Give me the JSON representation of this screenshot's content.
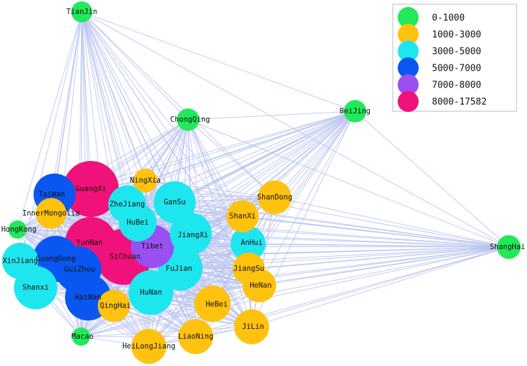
{
  "legend": {
    "items": [
      {
        "label": "0-1000",
        "color": "#22e85a"
      },
      {
        "label": "1000-3000",
        "color": "#ffc20e"
      },
      {
        "label": "3000-5000",
        "color": "#1ee6ef"
      },
      {
        "label": "5000-7000",
        "color": "#0a56f0"
      },
      {
        "label": "7000-8000",
        "color": "#9a4ff0"
      },
      {
        "label": "8000-17582",
        "color": "#f0127a"
      }
    ]
  },
  "edge_color": "#b8c2f0",
  "nodes": [
    {
      "id": "TianJin",
      "label": "TianJin",
      "category": 0
    },
    {
      "id": "BeiJing",
      "label": "BeiJing",
      "category": 0
    },
    {
      "id": "ChongQing",
      "label": "ChongQing",
      "category": 0
    },
    {
      "id": "ShangHai",
      "label": "ShangHai",
      "category": 0
    },
    {
      "id": "HongKong",
      "label": "HongKong",
      "category": 0
    },
    {
      "id": "Macao",
      "label": "Macao",
      "category": 0
    },
    {
      "id": "NingXia",
      "label": "NingXia",
      "category": 1
    },
    {
      "id": "ShanDong",
      "label": "ShanDong",
      "category": 1
    },
    {
      "id": "ShanXi",
      "label": "ShanXi",
      "category": 1
    },
    {
      "id": "JiangSu",
      "label": "JiangSu",
      "category": 1
    },
    {
      "id": "HeNan",
      "label": "HeNan",
      "category": 1
    },
    {
      "id": "HeBei",
      "label": "HeBei",
      "category": 1
    },
    {
      "id": "JiLin",
      "label": "JiLin",
      "category": 1
    },
    {
      "id": "LiaoNing",
      "label": "LiaoNing",
      "category": 1
    },
    {
      "id": "HeiLongJiang",
      "label": "HeiLongJiang",
      "category": 1
    },
    {
      "id": "QingHai",
      "label": "QingHai",
      "category": 1
    },
    {
      "id": "InnerMongolia",
      "label": "InnerMongolia",
      "category": 1
    },
    {
      "id": "ZheJiang",
      "label": "ZheJiang",
      "category": 2
    },
    {
      "id": "GanSu",
      "label": "GanSu",
      "category": 2
    },
    {
      "id": "HuBei",
      "label": "HuBei",
      "category": 2
    },
    {
      "id": "JiangXi",
      "label": "JiangXi",
      "category": 2
    },
    {
      "id": "AnHui",
      "label": "AnHui",
      "category": 2
    },
    {
      "id": "FuJian",
      "label": "FuJian",
      "category": 2
    },
    {
      "id": "HuNan",
      "label": "HuNan",
      "category": 2
    },
    {
      "id": "XinJiang",
      "label": "XinJiang",
      "category": 2
    },
    {
      "id": "Shanxi",
      "label": "Shanxi",
      "category": 2
    },
    {
      "id": "TaiWan",
      "label": "TaiWan",
      "category": 3
    },
    {
      "id": "GuangDong",
      "label": "GuangDong",
      "category": 3
    },
    {
      "id": "GuiZhou",
      "label": "GuiZhou",
      "category": 3
    },
    {
      "id": "HaiNan",
      "label": "HaiNan",
      "category": 3
    },
    {
      "id": "Tibet",
      "label": "Tibet",
      "category": 4
    },
    {
      "id": "GuangXi",
      "label": "GuangXi",
      "category": 5
    },
    {
      "id": "YunNan",
      "label": "YunNan",
      "category": 5
    },
    {
      "id": "SiChuan",
      "label": "SiChuan",
      "category": 5
    }
  ]
}
